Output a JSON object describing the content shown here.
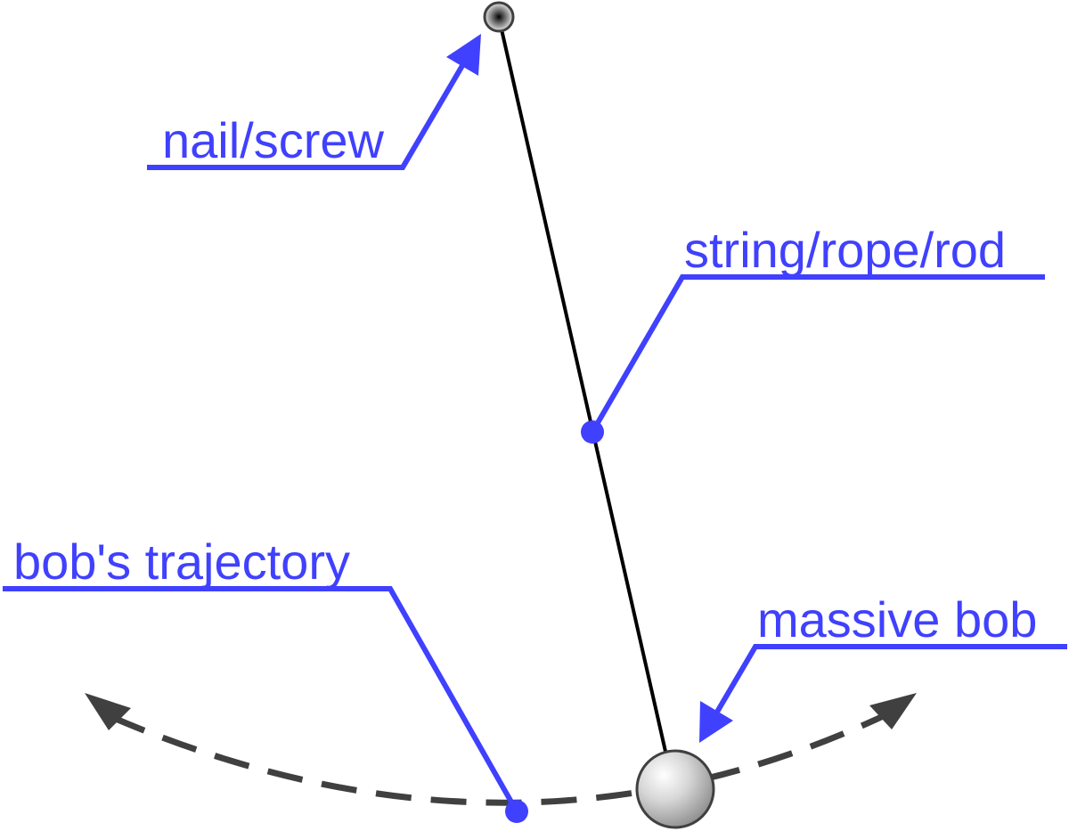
{
  "labels": {
    "nail": "nail/screw",
    "string": "string/rope/rod",
    "trajectory": "bob's trajectory",
    "bob": "massive bob"
  },
  "colors": {
    "annotation": "#4040ff",
    "string": "#000000",
    "trajectory": "#404040",
    "bob_fill": "#d8d8d8",
    "bob_stroke": "#404040",
    "background": "#ffffff"
  }
}
